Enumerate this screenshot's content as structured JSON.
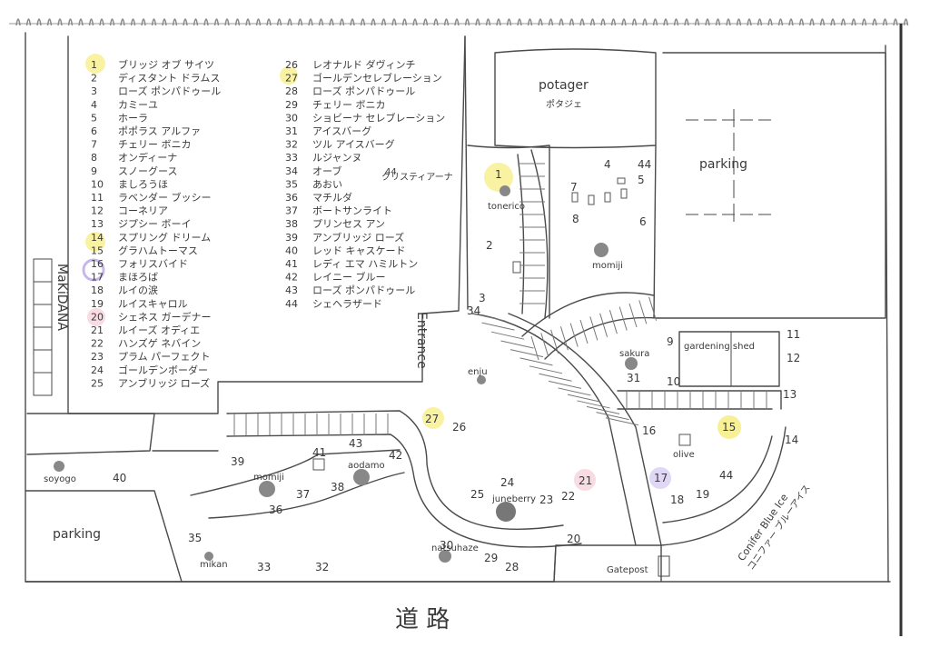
{
  "legend": {
    "col1": [
      {
        "n": "1",
        "name": "ブリッジ オブ サイツ"
      },
      {
        "n": "2",
        "name": "ディスタント ドラムス"
      },
      {
        "n": "3",
        "name": "ローズ ポンパドゥール"
      },
      {
        "n": "4",
        "name": "カミーユ"
      },
      {
        "n": "5",
        "name": "ホーラ"
      },
      {
        "n": "6",
        "name": "ポポラス アルファ"
      },
      {
        "n": "7",
        "name": "チェリー ボニカ"
      },
      {
        "n": "8",
        "name": "オンディーナ"
      },
      {
        "n": "9",
        "name": "スノーグース"
      },
      {
        "n": "10",
        "name": "ましろうほ"
      },
      {
        "n": "11",
        "name": "ラベンダー ブッシー"
      },
      {
        "n": "12",
        "name": "コーネリア"
      },
      {
        "n": "13",
        "name": "ジプシー ボーイ"
      },
      {
        "n": "14",
        "name": "スプリング ドリーム"
      },
      {
        "n": "15",
        "name": "グラハムトーマス"
      },
      {
        "n": "16",
        "name": "フォリスバイド"
      },
      {
        "n": "17",
        "name": "まほろば"
      },
      {
        "n": "18",
        "name": "ルイの涙"
      },
      {
        "n": "19",
        "name": "ルイスキャロル"
      },
      {
        "n": "20",
        "name": "シェネス ガーデナー"
      },
      {
        "n": "21",
        "name": "ルイーズ オディエ"
      },
      {
        "n": "22",
        "name": "ハンズゲ ネバイン"
      },
      {
        "n": "23",
        "name": "プラム パーフェクト"
      },
      {
        "n": "24",
        "name": "ゴールデンボーダー"
      },
      {
        "n": "25",
        "name": "アンブリッジ ローズ"
      }
    ],
    "col2": [
      {
        "n": "26",
        "name": "レオナルド ダヴィンチ"
      },
      {
        "n": "27",
        "name": "ゴールデンセレブレーション"
      },
      {
        "n": "28",
        "name": "ローズ ポンパドゥール"
      },
      {
        "n": "29",
        "name": "チェリー ボニカ"
      },
      {
        "n": "30",
        "name": "ショビーナ セレブレーション"
      },
      {
        "n": "31",
        "name": "アイスバーグ"
      },
      {
        "n": "32",
        "name": "ツル アイスバーグ"
      },
      {
        "n": "33",
        "name": "ルジャンヌ"
      },
      {
        "n": "34",
        "name": "オーブ"
      },
      {
        "n": "35",
        "name": "あおい"
      },
      {
        "n": "36",
        "name": "マチルダ"
      },
      {
        "n": "37",
        "name": "ボートサンライト"
      },
      {
        "n": "38",
        "name": "プリンセス アン"
      },
      {
        "n": "39",
        "name": "アンブリッジ ローズ"
      },
      {
        "n": "40",
        "name": "レッド キャスケード"
      },
      {
        "n": "41",
        "name": "レディ エマ ハミルトン"
      },
      {
        "n": "42",
        "name": "レイニー ブルー"
      },
      {
        "n": "43",
        "name": "ローズ ポンパドゥール"
      },
      {
        "n": "44",
        "name": "シェヘラザード"
      }
    ],
    "extra": {
      "n": "44",
      "name": "クリスティアーナ"
    }
  },
  "labels": {
    "potager": "potager",
    "potager_ja": "ポタジェ",
    "parking_top": "parking",
    "parking_left": "parking",
    "entrance": "Entrance",
    "makidana": "MaKiDANA",
    "gardening_shed": "gardening shed",
    "gatepost": "Gatepost",
    "conifer": "Conifer Blue Ice",
    "conifer_ja": "コニファー ブルーアイス",
    "road": "道 路"
  },
  "trees": [
    {
      "name": "tonerico"
    },
    {
      "name": "momiji"
    },
    {
      "name": "sakura"
    },
    {
      "name": "olive"
    },
    {
      "name": "juneberry"
    },
    {
      "name": "natsuhaze"
    },
    {
      "name": "momiji"
    },
    {
      "name": "aodamo"
    },
    {
      "name": "soyogo"
    },
    {
      "name": "mikan"
    },
    {
      "name": "enju"
    }
  ],
  "map_numbers": [
    "1",
    "2",
    "3",
    "4",
    "44",
    "5",
    "6",
    "7",
    "8",
    "9",
    "10",
    "11",
    "12",
    "13",
    "14",
    "15",
    "16",
    "17",
    "18",
    "19",
    "20",
    "21",
    "22",
    "23",
    "24",
    "25",
    "26",
    "27",
    "28",
    "29",
    "30",
    "31",
    "32",
    "33",
    "34",
    "35",
    "36",
    "37",
    "38",
    "39",
    "40",
    "41",
    "42",
    "43",
    "44"
  ],
  "colors": {
    "ink": "#3a3a3a",
    "highlight_yellow": "#f6ec7a",
    "highlight_purple": "#b9a6e6",
    "highlight_pink": "#f2b8c8",
    "paper": "#ffffff"
  }
}
